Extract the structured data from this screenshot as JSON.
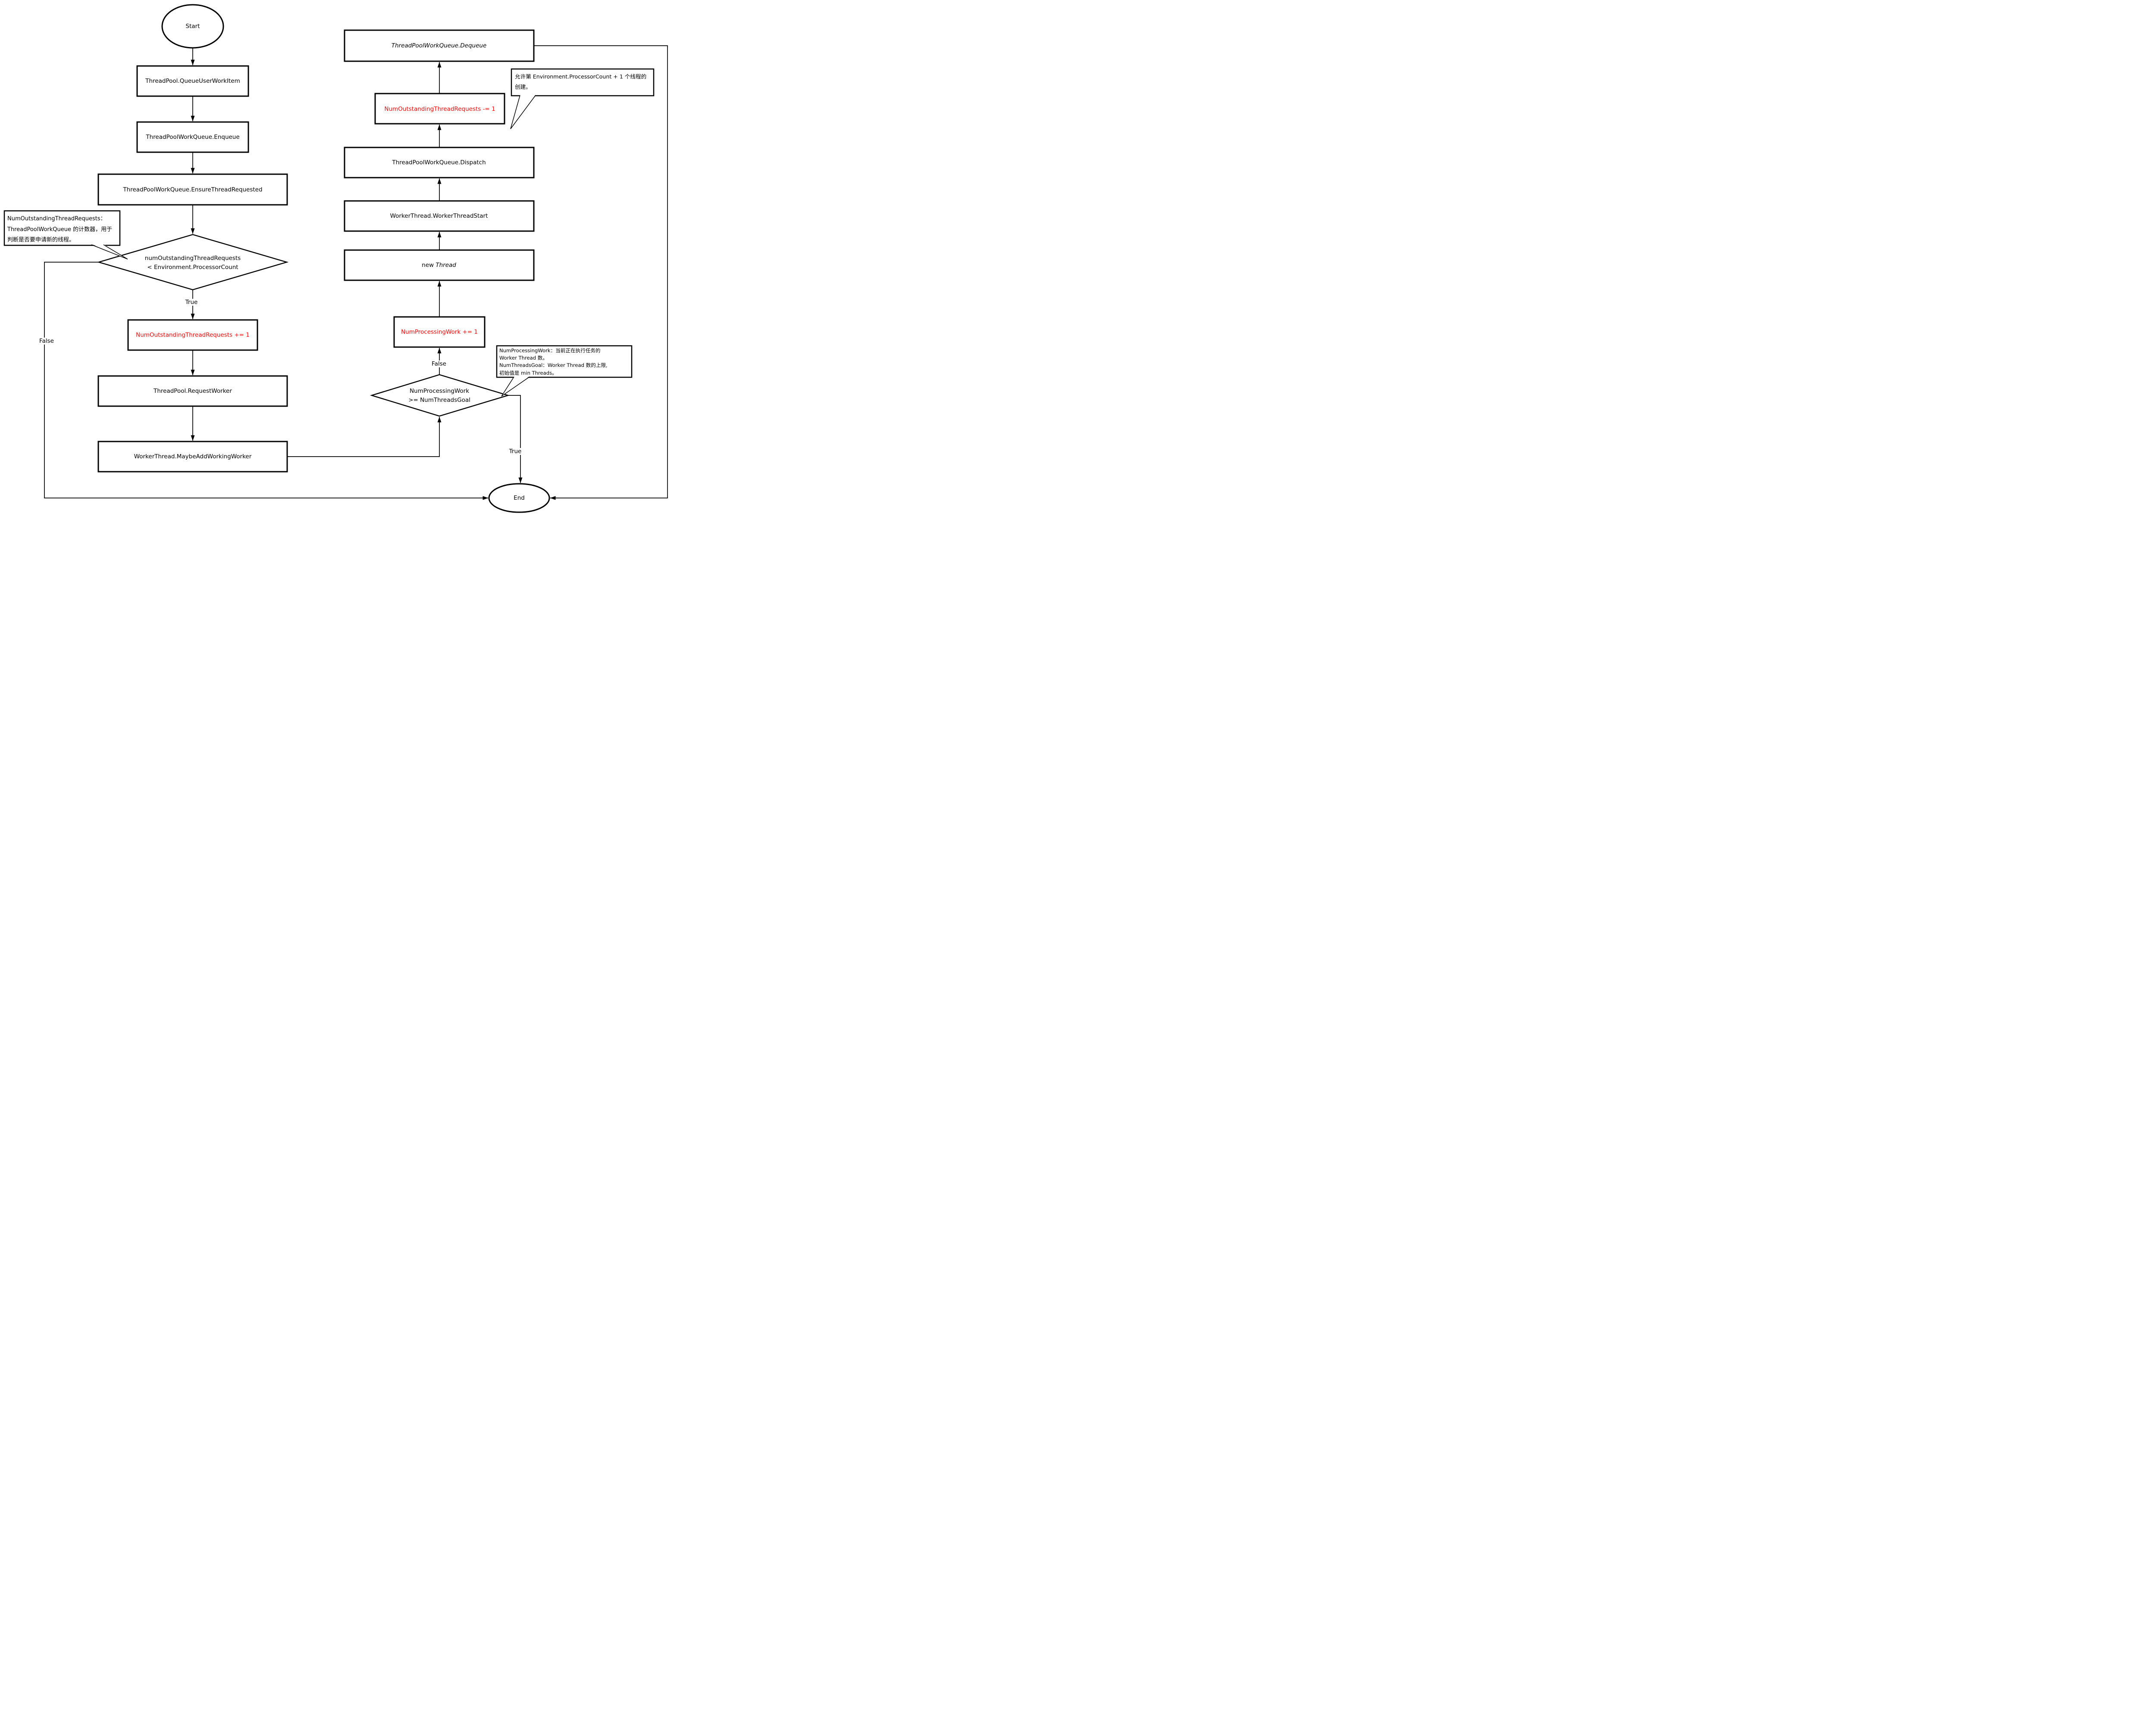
{
  "diagram": {
    "nodes": {
      "start": {
        "label": "Start"
      },
      "queue_user_work_item": {
        "label": "ThreadPool.QueueUserWorkItem"
      },
      "enqueue": {
        "label": "ThreadPoolWorkQueue.Enqueue"
      },
      "ensure_thread_requested": {
        "label": "ThreadPoolWorkQueue.EnsureThreadRequested"
      },
      "check_outstanding": {
        "line1": "numOutstandingThreadRequests",
        "line2": "< Environment.ProcessorCount"
      },
      "increment_outstanding": {
        "label": "NumOutstandingThreadRequests += 1"
      },
      "request_worker": {
        "label": "ThreadPool.RequestWorker"
      },
      "maybe_add_working_worker": {
        "label": "WorkerThread.MaybeAddWorkingWorker"
      },
      "check_processing": {
        "line1": "NumProcessingWork",
        "line2": ">= NumThreadsGoal"
      },
      "increment_processing": {
        "label": "NumProcessingWork += 1"
      },
      "new_thread": {
        "prefix": "new ",
        "em": "Thread"
      },
      "worker_thread_start": {
        "label": "WorkerThread.WorkerThreadStart"
      },
      "dispatch": {
        "label": "ThreadPoolWorkQueue.Dispatch"
      },
      "decrement_outstanding": {
        "label": "NumOutstandingThreadRequests -= 1"
      },
      "dequeue": {
        "label": "ThreadPoolWorkQueue.Dequeue"
      },
      "end": {
        "label": "End"
      }
    },
    "edge_labels": {
      "true_left": "True",
      "false_left": "False",
      "false_right": "False",
      "true_right": "True"
    },
    "callouts": {
      "outstanding_note": {
        "lines": [
          "NumOutstandingThreadRequests：",
          "ThreadPoolWorkQueue 的计数器，用于",
          "判断是否要申请新的线程。"
        ]
      },
      "processor_note": {
        "lines": [
          "允许第 Environment.ProcessorCount + 1 个线程的",
          "创建。"
        ]
      },
      "processing_note": {
        "lines": [
          "NumProcessingWork：当前正在执行任务的",
          "Worker Thread 数。",
          "NumThreadsGoal：Worker Thread 数的上限,",
          "初始值是 min Threads。"
        ]
      }
    },
    "colors": {
      "stroke": "#000000",
      "red": "#fa0505",
      "background": "#ffffff"
    }
  }
}
